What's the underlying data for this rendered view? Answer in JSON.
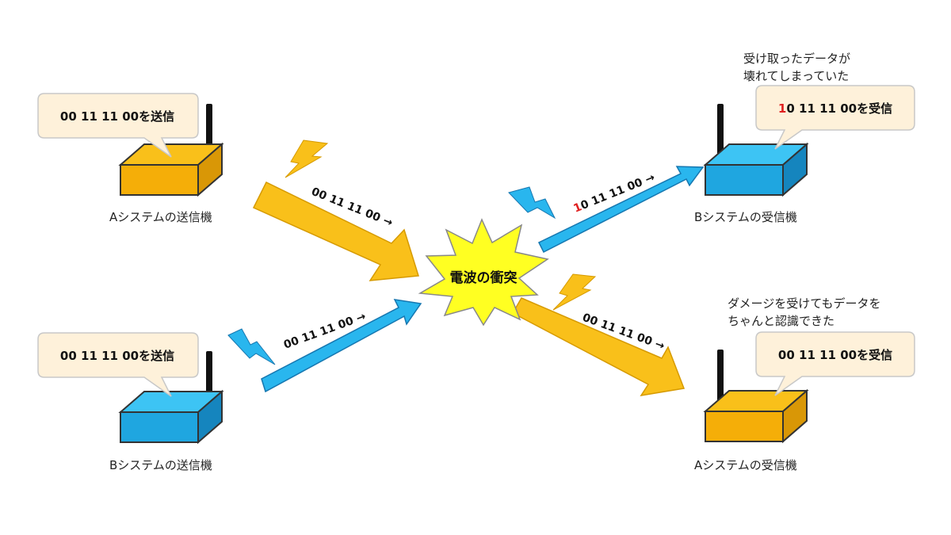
{
  "colors": {
    "system_a": "#F9C01A",
    "system_b": "#29B6EE",
    "bubble_fill": "#FEF1DA",
    "error_digit": "#E02020",
    "burst": "#FFFF22"
  },
  "senders": {
    "a": {
      "label": "Aシステムの送信機",
      "bubble": "00 11 11 00を送信"
    },
    "b": {
      "label": "Bシステムの送信機",
      "bubble": "00 11 11 00を送信"
    }
  },
  "receivers": {
    "b": {
      "label": "Bシステムの受信機",
      "bubble_error_digit": "1",
      "bubble_rest": "0 11 11 00を受信",
      "note_line1": "受け取ったデータが",
      "note_line2": "壊れてしまっていた"
    },
    "a": {
      "label": "Aシステムの受信機",
      "bubble": "00 11 11 00を受信",
      "note_line1": "ダメージを受けてもデータを",
      "note_line2": "ちゃんと認識できた"
    }
  },
  "signals": {
    "a_in": "00 11 11 00 →",
    "b_in": "00 11 11 00 →",
    "b_out_error_digit": "1",
    "b_out_rest": "0 11 11 00 →",
    "a_out": "00 11 11 00 →"
  },
  "collision": {
    "label": "電波の衝突"
  }
}
